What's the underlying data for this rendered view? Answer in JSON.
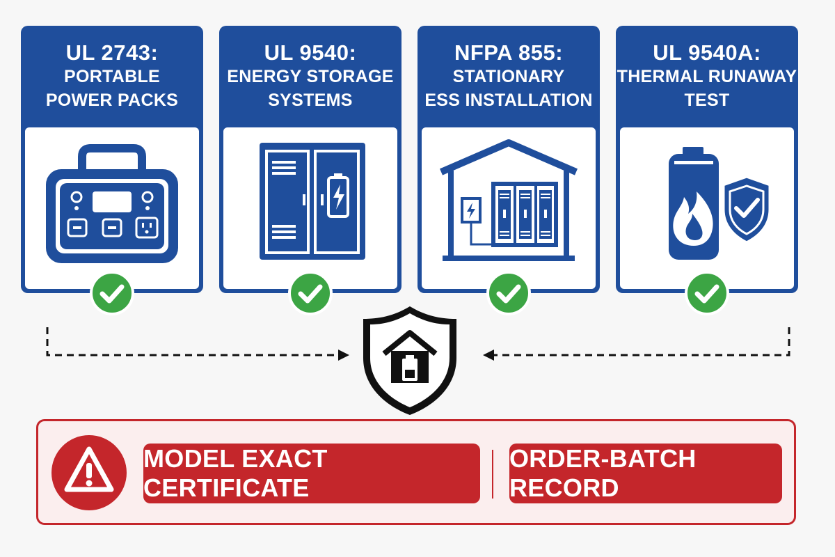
{
  "standards": [
    {
      "code": "UL 2743:",
      "line1": "PORTABLE",
      "line2": "POWER PACKS",
      "icon": "portable-power-station-icon",
      "status": "check-icon"
    },
    {
      "code": "UL 9540:",
      "line1": "ENERGY STORAGE",
      "line2": "SYSTEMS",
      "icon": "energy-storage-cabinet-icon",
      "status": "check-icon"
    },
    {
      "code": "NFPA 855:",
      "line1": "STATIONARY",
      "line2": "ESS INSTALLATION",
      "icon": "ess-building-icon",
      "status": "check-icon"
    },
    {
      "code": "UL 9540A:",
      "line1": "THERMAL RUNAWAY",
      "line2": "TEST",
      "icon": "battery-fire-shield-icon",
      "status": "check-icon"
    }
  ],
  "center": {
    "icon": "home-battery-shield-icon"
  },
  "requirements": {
    "icon": "warning-icon",
    "items": [
      "MODEL EXACT CERTIFICATE",
      "ORDER-BATCH RECORD"
    ]
  },
  "colors": {
    "blue": "#1f4e9c",
    "green": "#3ca544",
    "red": "#c4262b",
    "dark": "#111111"
  }
}
